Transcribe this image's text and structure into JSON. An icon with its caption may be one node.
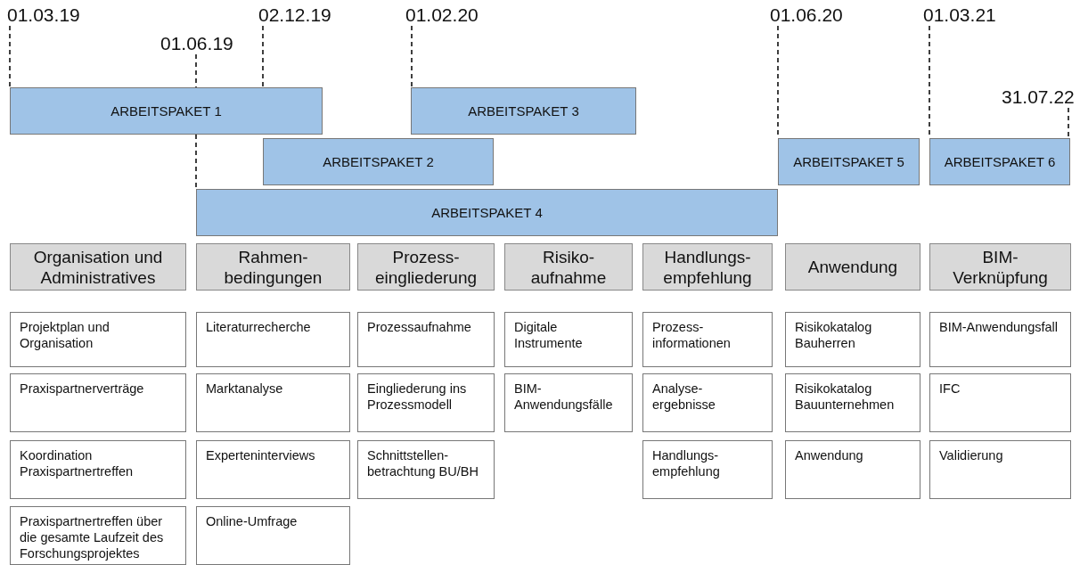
{
  "diagram": {
    "nodes": [
      {
        "text": [
          "01.03.19"
        ]
      },
      {
        "text": [
          "01.06.19"
        ]
      },
      {
        "text": [
          "02.12.19"
        ]
      },
      {
        "text": [
          "01.02.20"
        ]
      },
      {
        "text": [
          "01.06.20"
        ]
      },
      {
        "text": [
          "01.03.21"
        ]
      },
      {
        "text": [
          "31.07.22"
        ]
      },
      {
        "text": [
          "ARBEITSPAKET 1"
        ]
      },
      {
        "text": [
          "ARBEITSPAKET 2"
        ]
      },
      {
        "text": [
          "ARBEITSPAKET 3"
        ]
      },
      {
        "text": [
          "ARBEITSPAKET 4"
        ]
      },
      {
        "text": [
          "ARBEITSPAKET 5"
        ]
      },
      {
        "text": [
          "ARBEITSPAKET 6"
        ]
      },
      {
        "text": [
          "Organisation und Administratives"
        ]
      },
      {
        "text": [
          "Rahmen- bedingungen"
        ]
      },
      {
        "text": [
          "Prozess- eingliederung"
        ]
      },
      {
        "text": [
          "Risiko- aufnahme"
        ]
      },
      {
        "text": [
          "Handlungs- empfehlung"
        ]
      },
      {
        "text": [
          "Anwendung"
        ]
      },
      {
        "text": [
          "BIM- Verknüpfung"
        ]
      },
      {
        "text": [
          "Projektplan und Organisation"
        ]
      },
      {
        "text": [
          "Praxispartnerverträge"
        ]
      },
      {
        "text": [
          "Koordination Praxispartnertreffen"
        ]
      },
      {
        "text": [
          "Praxispartnertreffen über die gesamte Laufzeit des Forschungsprojektes"
        ]
      },
      {
        "text": [
          "Literaturrecherche"
        ]
      },
      {
        "text": [
          "Marktanalyse"
        ]
      },
      {
        "text": [
          "Experteninterviews"
        ]
      },
      {
        "text": [
          "Online-Umfrage"
        ]
      },
      {
        "text": [
          "Prozessaufnahme"
        ]
      },
      {
        "text": [
          "Eingliederung ins Prozessmodell"
        ]
      },
      {
        "text": [
          "Schnittstellen- betrachtung BU/BH"
        ]
      },
      {
        "text": [
          "Digitale Instrumente"
        ]
      },
      {
        "text": [
          "BIM- Anwendungsfälle"
        ]
      },
      {
        "text": [
          "Prozess- informationen"
        ]
      },
      {
        "text": [
          "Analyse- ergebnisse"
        ]
      },
      {
        "text": [
          "Handlungs- empfehlung"
        ]
      },
      {
        "text": [
          "Risikokatalog Bauherren"
        ]
      },
      {
        "text": [
          "Risikokatalog Bauunternehmen"
        ]
      },
      {
        "text": [
          "Anwendung"
        ]
      },
      {
        "text": [
          "BIM-Anwendungsfall"
        ]
      },
      {
        "text": [
          "IFC"
        ]
      },
      {
        "text": [
          "Validierung"
        ]
      }
    ],
    "edges": [
      {
        "from": 0,
        "to": 7,
        "arrow": "none",
        "style": "dashed"
      },
      {
        "from": 1,
        "to": 10,
        "arrow": "none",
        "style": "dashed"
      },
      {
        "from": 2,
        "to": 8,
        "arrow": "none",
        "style": "dashed"
      },
      {
        "from": 3,
        "to": 9,
        "arrow": "none",
        "style": "dashed"
      },
      {
        "from": 4,
        "to": 11,
        "arrow": "none",
        "style": "dashed"
      },
      {
        "from": 5,
        "to": 12,
        "arrow": "none",
        "style": "dashed"
      },
      {
        "from": 6,
        "to": 12,
        "arrow": "none",
        "style": "dashed"
      }
    ]
  }
}
